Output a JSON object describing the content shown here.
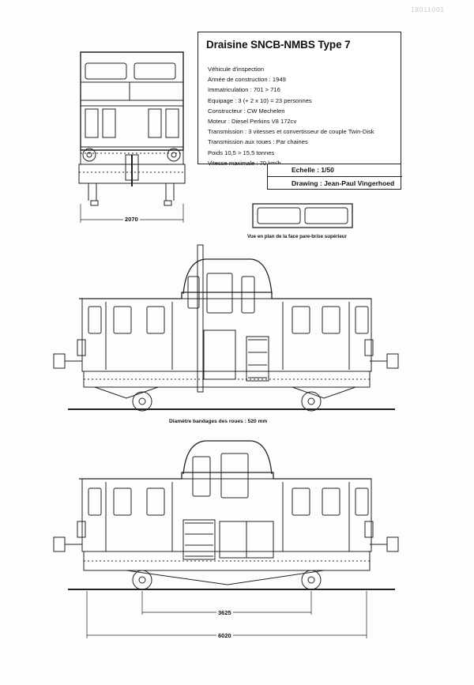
{
  "watermark": "18011001",
  "title": "Draisine SNCB-NMBS Type 7",
  "specs": [
    "Véhicule d'inspection",
    "Année de construction : 1949",
    "Immatriculation : 701 > 716",
    "Equipage : 3 (+ 2 x 10) = 23 personnes",
    "Constructeur : CW Mechelen",
    "Moteur : Diesel Perkins V8 172cv",
    "Transmission : 3 vitesses et convertisseur de couple Twin-Disk",
    "Transmission aux roues : Par chaines",
    "Poids 10,5  > 15,5 tonnes",
    "Vitesse maximale : 70 km/h"
  ],
  "scale": "Echelle :  1/50",
  "author": "Drawing : Jean-Paul Vingerhoed",
  "notes": {
    "windscreen": "Vue en plan de la face pare-brise supérieur",
    "wheel": "Diamètre bandages des roues : 520 mm"
  },
  "dimensions": {
    "front_width": "2070",
    "wheelbase": "3625",
    "length": "6020"
  }
}
